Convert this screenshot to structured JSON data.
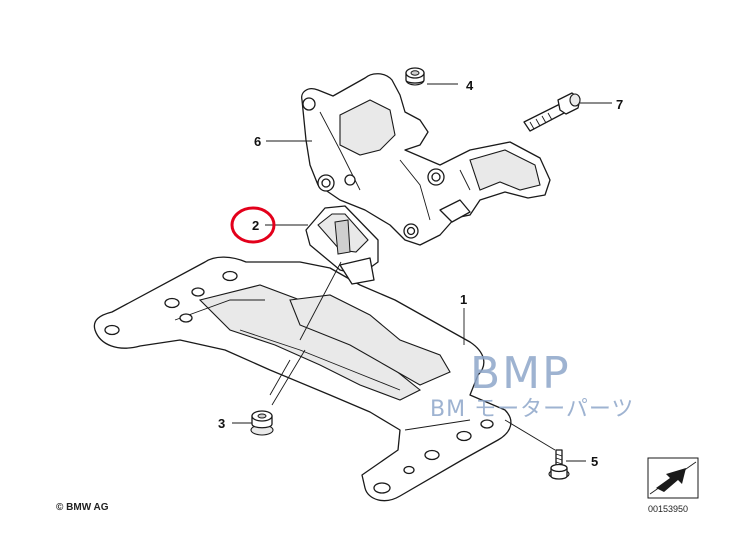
{
  "callouts": {
    "c1": "1",
    "c2": "2",
    "c3": "3",
    "c4": "4",
    "c5": "5",
    "c6": "6",
    "c7": "7"
  },
  "highlight_color": "#e3001b",
  "watermark": {
    "line1": "BMP",
    "line2": "BM モーターパーツ",
    "color": "#8ea6c9"
  },
  "copyright": "© BMW AG",
  "diagram_number": "00153950",
  "icons": {
    "orientation": "arrow-icon"
  }
}
